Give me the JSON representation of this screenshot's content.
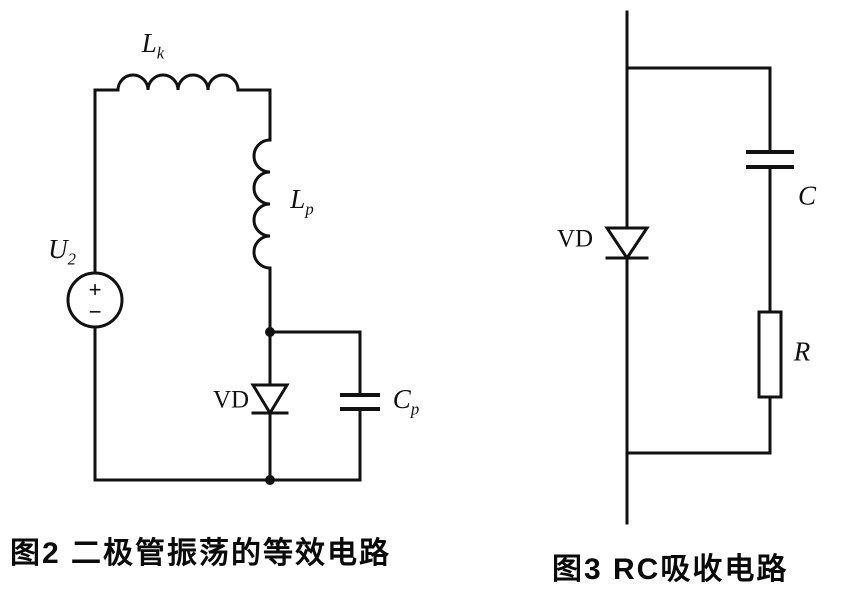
{
  "figure2": {
    "caption": "图2  二极管振荡的等效电路",
    "labels": {
      "source_main": "U",
      "source_sub": "2",
      "lk_main": "L",
      "lk_sub": "k",
      "lp_main": "L",
      "lp_sub": "p",
      "diode": "VD",
      "cp_main": "C",
      "cp_sub": "p",
      "plus": "+",
      "minus": "−"
    }
  },
  "figure3": {
    "caption": "图3  RC吸收电路",
    "labels": {
      "diode": "VD",
      "capacitor": "C",
      "resistor": "R"
    }
  }
}
